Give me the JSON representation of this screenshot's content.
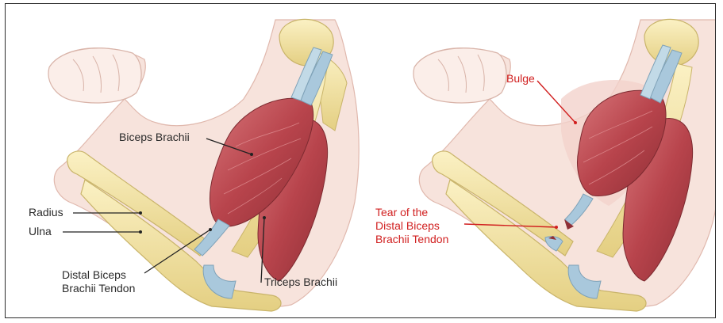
{
  "normal_arm": {
    "labels": {
      "biceps": "Biceps Brachii",
      "radius": "Radius",
      "ulna": "Ulna",
      "distal_tendon": "Distal Biceps\nBrachii Tendon",
      "triceps": "Triceps Brachii"
    }
  },
  "torn_arm": {
    "labels": {
      "bulge": "Bulge",
      "tear": "Tear of the\nDistal Biceps\nBrachii Tendon"
    }
  },
  "colors": {
    "skin": "#f7e3dc",
    "skin_outline": "#e0b8ad",
    "bone": "#f1e2a6",
    "bone_outline": "#c9b46a",
    "muscle": "#b8444c",
    "tendon": "#a9c8dc",
    "label_red": "#d11f1f",
    "leader_dark": "#222222"
  }
}
